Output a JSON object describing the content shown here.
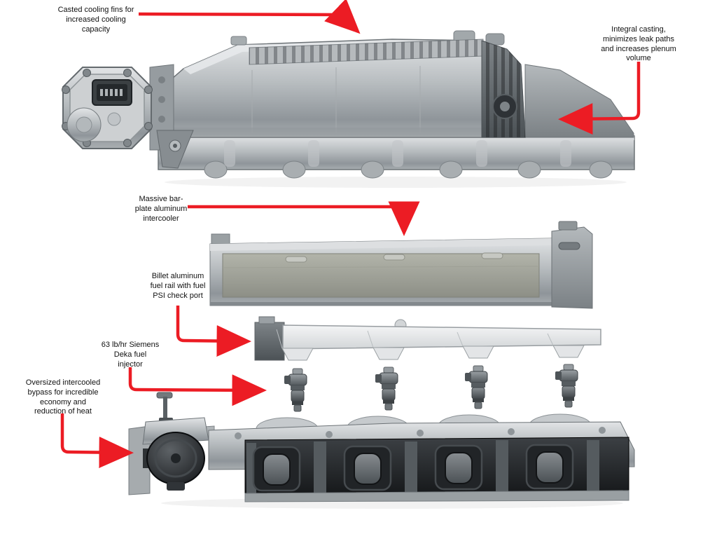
{
  "diagram": {
    "background": "#ffffff",
    "arrow_color": "#ec1c24",
    "callouts": {
      "cooling_fins": "Casted cooling fins for\nincreased cooling\ncapacity",
      "integral_casting": "Integral casting,\nminimizes leak paths\nand increases plenum\nvolume",
      "intercooler": "Massive bar-\nplate aluminum\nintercooler",
      "fuel_rail": "Billet aluminum\nfuel rail with fuel\nPSI check port",
      "injector": "63 lb/hr Siemens\nDeka fuel\ninjector",
      "bypass": "Oversized intercooled\nbypass for incredible\neconomy and\nreduction of heat"
    }
  }
}
